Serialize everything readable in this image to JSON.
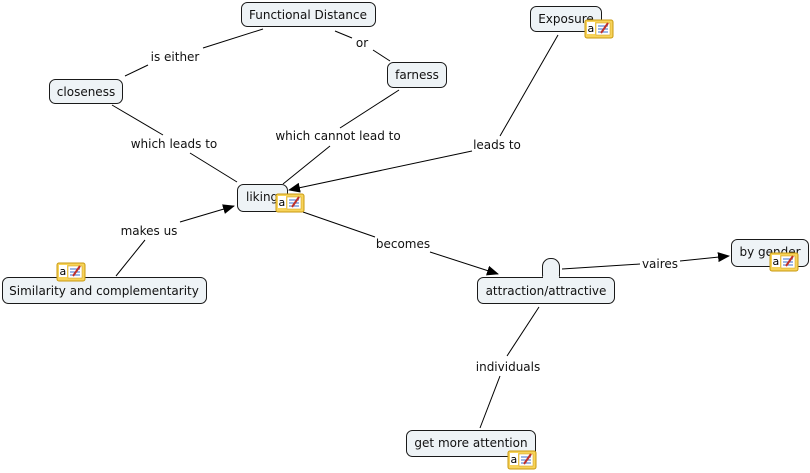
{
  "concepts": {
    "functional_distance": "Functional Distance",
    "closeness": "closeness",
    "farness": "farness",
    "exposure": "Exposure",
    "liking": "liking",
    "similarity": "Similarity and complementarity",
    "attraction": "attraction/attractive",
    "by_gender": "by gender",
    "get_more_attention": "get more attention"
  },
  "links": {
    "is_either": "is either",
    "or": "or",
    "which_leads_to": "which leads to",
    "which_cannot_lead_to": "which cannot lead to",
    "leads_to": "leads to",
    "makes_us": "makes us",
    "becomes": "becomes",
    "vaires": "vaires",
    "individuals": "individuals"
  },
  "annotation_icon": "text-annotation-icon",
  "colors": {
    "node_fill": "#eef3f6",
    "icon_fill": "#f7d35a"
  }
}
